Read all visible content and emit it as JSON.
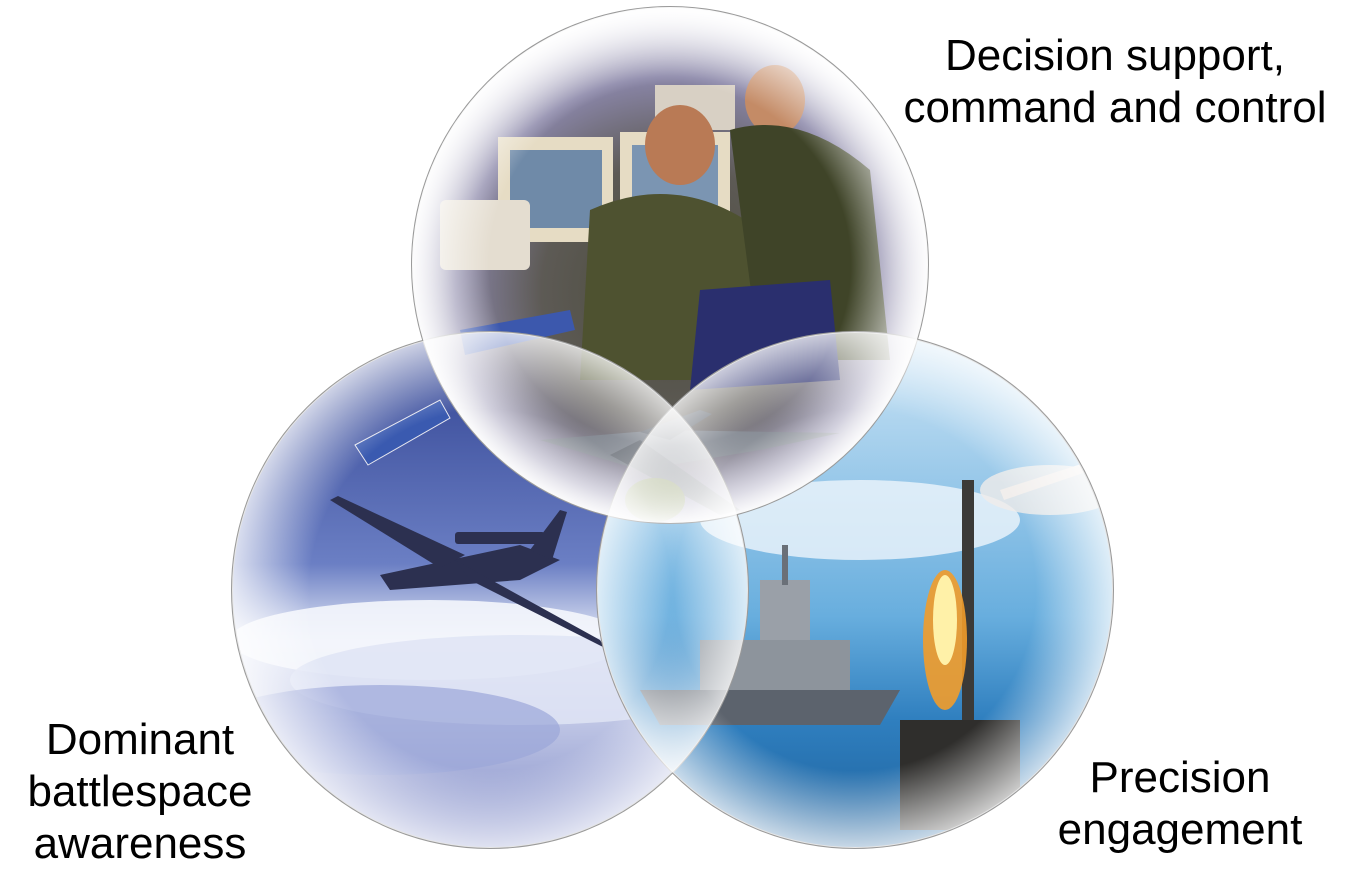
{
  "diagram": {
    "circles": [
      {
        "id": "top",
        "label_lines": [
          "Decision support,",
          "command and control"
        ],
        "image_subject": "operators at computer consoles in a command centre",
        "accent_color": "#6f6a8f"
      },
      {
        "id": "left",
        "label_lines": [
          "Dominant",
          "battlespace",
          "awareness"
        ],
        "image_subject": "surveillance aircraft and satellite above clouds",
        "accent_color": "#3d5aa8"
      },
      {
        "id": "right",
        "label_lines": [
          "Precision",
          "engagement"
        ],
        "image_subject": "naval vessel and missile launch over the sea",
        "accent_color": "#3c8fc8"
      }
    ],
    "center_image_subject": "fighter jet at the intersection of the three circles",
    "outline_color": "#9a9a9a"
  }
}
